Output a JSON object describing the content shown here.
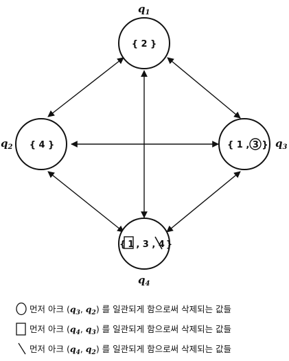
{
  "nodes": {
    "q1": {
      "var": "q",
      "sub": "1",
      "text": "{ 2 }"
    },
    "q2": {
      "var": "q",
      "sub": "2",
      "text": "{ 4 }"
    },
    "q3": {
      "var": "q",
      "sub": "3",
      "text_open": "{ 1 , ",
      "text_circled": "3",
      "text_close": " }"
    },
    "q4": {
      "var": "q",
      "sub": "4",
      "text_open": "{",
      "text_boxed": "1",
      "text_mid": ", 3 , ",
      "text_struck": "4",
      "text_close": "}"
    }
  },
  "legend": [
    {
      "marker": "circle",
      "prefix": "먼저 아크 (",
      "a_var": "q",
      "a_sub": "3",
      "comma": ", ",
      "b_var": "q",
      "b_sub": "2",
      "suffix": ") 를 일관되게 함으로써 삭제되는 값들"
    },
    {
      "marker": "square",
      "prefix": "먼저 아크 (",
      "a_var": "q",
      "a_sub": "4",
      "comma": ", ",
      "b_var": "q",
      "b_sub": "3",
      "suffix": ") 를 일관되게 함으로써 삭제되는 값들"
    },
    {
      "marker": "slash",
      "prefix": "먼저 아크 (",
      "a_var": "q",
      "a_sub": "4",
      "comma": ", ",
      "b_var": "q",
      "b_sub": "2",
      "suffix": ") 를 일관되게 함으로써 삭제되는 값들"
    }
  ]
}
